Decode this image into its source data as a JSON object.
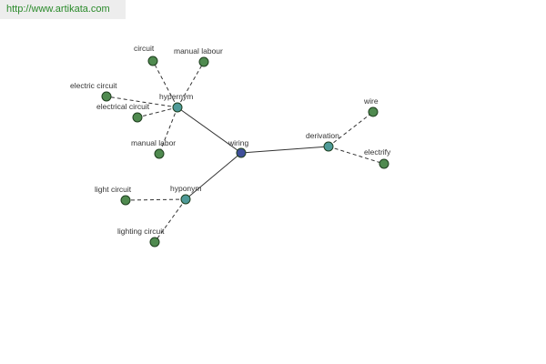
{
  "header": {
    "url": "http://www.artikata.com"
  },
  "colors": {
    "center": "#3f4f9a",
    "relation": "#4e9a98",
    "word": "#4f8a4f"
  },
  "graph": {
    "nodes": [
      {
        "id": "wiring",
        "label": "wiring",
        "kind": "center"
      },
      {
        "id": "hypernym",
        "label": "hypernym",
        "kind": "relation"
      },
      {
        "id": "hyponym",
        "label": "hyponym",
        "kind": "relation"
      },
      {
        "id": "derivation",
        "label": "derivation",
        "kind": "relation"
      },
      {
        "id": "circuit",
        "label": "circuit",
        "kind": "word"
      },
      {
        "id": "manual-labour",
        "label": "manual labour",
        "kind": "word"
      },
      {
        "id": "electric-circuit",
        "label": "electric circuit",
        "kind": "word"
      },
      {
        "id": "electrical-circuit",
        "label": "electrical circuit",
        "kind": "word"
      },
      {
        "id": "manual-labor",
        "label": "manual labor",
        "kind": "word"
      },
      {
        "id": "light-circuit",
        "label": "light circuit",
        "kind": "word"
      },
      {
        "id": "lighting-circuit",
        "label": "lighting circuit",
        "kind": "word"
      },
      {
        "id": "wire",
        "label": "wire",
        "kind": "word"
      },
      {
        "id": "electrify",
        "label": "electrify",
        "kind": "word"
      }
    ],
    "edges": [
      {
        "from": "wiring",
        "to": "hypernym",
        "style": "solid"
      },
      {
        "from": "wiring",
        "to": "hyponym",
        "style": "solid"
      },
      {
        "from": "wiring",
        "to": "derivation",
        "style": "solid"
      },
      {
        "from": "hypernym",
        "to": "circuit",
        "style": "dashed"
      },
      {
        "from": "hypernym",
        "to": "manual-labour",
        "style": "dashed"
      },
      {
        "from": "hypernym",
        "to": "electric-circuit",
        "style": "dashed"
      },
      {
        "from": "hypernym",
        "to": "electrical-circuit",
        "style": "dashed"
      },
      {
        "from": "hypernym",
        "to": "manual-labor",
        "style": "dashed"
      },
      {
        "from": "hyponym",
        "to": "light-circuit",
        "style": "dashed"
      },
      {
        "from": "hyponym",
        "to": "lighting-circuit",
        "style": "dashed"
      },
      {
        "from": "derivation",
        "to": "wire",
        "style": "dashed"
      },
      {
        "from": "derivation",
        "to": "electrify",
        "style": "dashed"
      }
    ]
  }
}
